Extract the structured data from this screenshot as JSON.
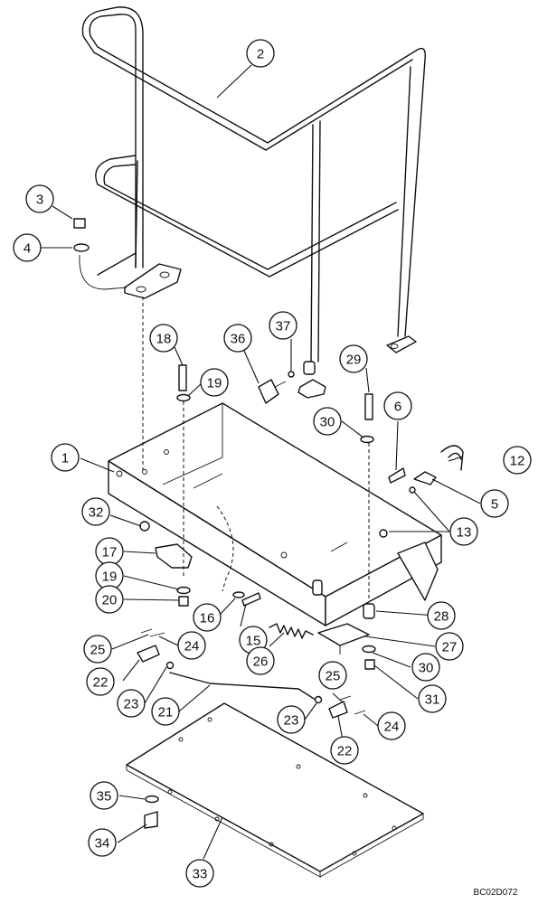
{
  "drawing": {
    "reference_code": "BC02D072",
    "callouts": [
      {
        "id": "1",
        "label": "1"
      },
      {
        "id": "2",
        "label": "2"
      },
      {
        "id": "3",
        "label": "3"
      },
      {
        "id": "4",
        "label": "4"
      },
      {
        "id": "5",
        "label": "5"
      },
      {
        "id": "6",
        "label": "6"
      },
      {
        "id": "12",
        "label": "12"
      },
      {
        "id": "13",
        "label": "13"
      },
      {
        "id": "15",
        "label": "15"
      },
      {
        "id": "16",
        "label": "16"
      },
      {
        "id": "17",
        "label": "17"
      },
      {
        "id": "18",
        "label": "18"
      },
      {
        "id": "19a",
        "label": "19"
      },
      {
        "id": "19b",
        "label": "19"
      },
      {
        "id": "20",
        "label": "20"
      },
      {
        "id": "21",
        "label": "21"
      },
      {
        "id": "22a",
        "label": "22"
      },
      {
        "id": "22b",
        "label": "22"
      },
      {
        "id": "23a",
        "label": "23"
      },
      {
        "id": "23b",
        "label": "23"
      },
      {
        "id": "24a",
        "label": "24"
      },
      {
        "id": "24b",
        "label": "24"
      },
      {
        "id": "25a",
        "label": "25"
      },
      {
        "id": "25b",
        "label": "25"
      },
      {
        "id": "26",
        "label": "26"
      },
      {
        "id": "27",
        "label": "27"
      },
      {
        "id": "28",
        "label": "28"
      },
      {
        "id": "29",
        "label": "29"
      },
      {
        "id": "30a",
        "label": "30"
      },
      {
        "id": "30b",
        "label": "30"
      },
      {
        "id": "31",
        "label": "31"
      },
      {
        "id": "32",
        "label": "32"
      },
      {
        "id": "33",
        "label": "33"
      },
      {
        "id": "34",
        "label": "34"
      },
      {
        "id": "35",
        "label": "35"
      },
      {
        "id": "36",
        "label": "36"
      },
      {
        "id": "37",
        "label": "37"
      }
    ]
  }
}
